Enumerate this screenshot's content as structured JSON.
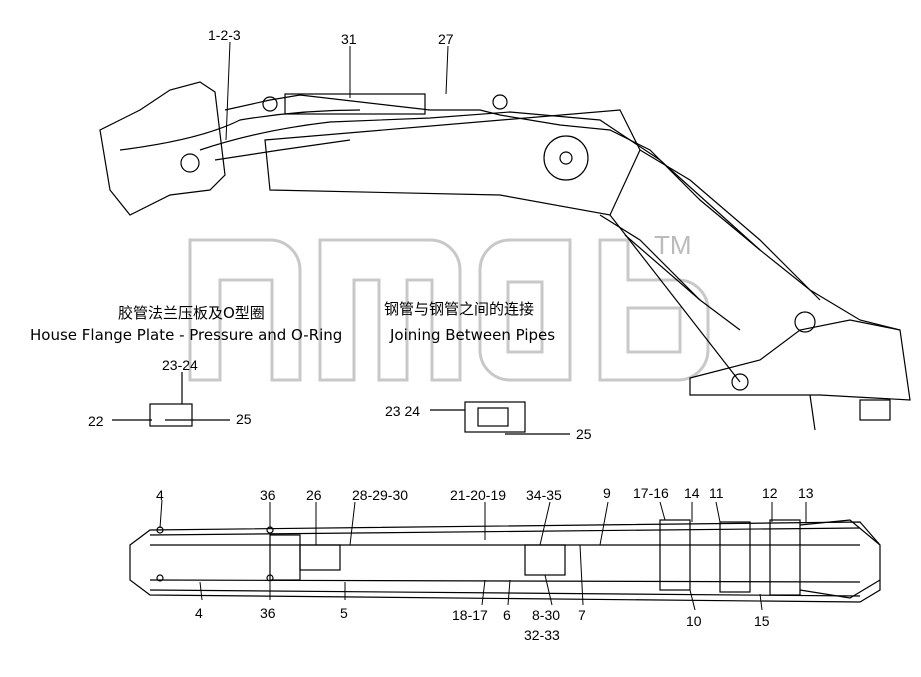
{
  "top_callouts": {
    "c123": "1-2-3",
    "c31": "31",
    "c27": "27"
  },
  "captions": {
    "left_cn": "胶管法兰压板及O型圈",
    "left_en": "House Flange Plate - Pressure and O-Ring",
    "right_cn": "钢管与钢管之间的连接",
    "right_en": "Joining Between Pipes"
  },
  "detail_callouts": {
    "d2324a": "23-24",
    "d22": "22",
    "d25a": "25",
    "d2324b": "23  24",
    "d25b": "25"
  },
  "plan_callouts_top": [
    "4",
    "36",
    "26",
    "28-29-30",
    "21-20-19",
    "34-35",
    "9",
    "17-16",
    "14",
    "11",
    "12",
    "13"
  ],
  "plan_callouts_bottom": [
    "4",
    "36",
    "5",
    "18-17",
    "6",
    "8-30",
    "7",
    "10",
    "15",
    "32-33"
  ],
  "watermark": "TM"
}
